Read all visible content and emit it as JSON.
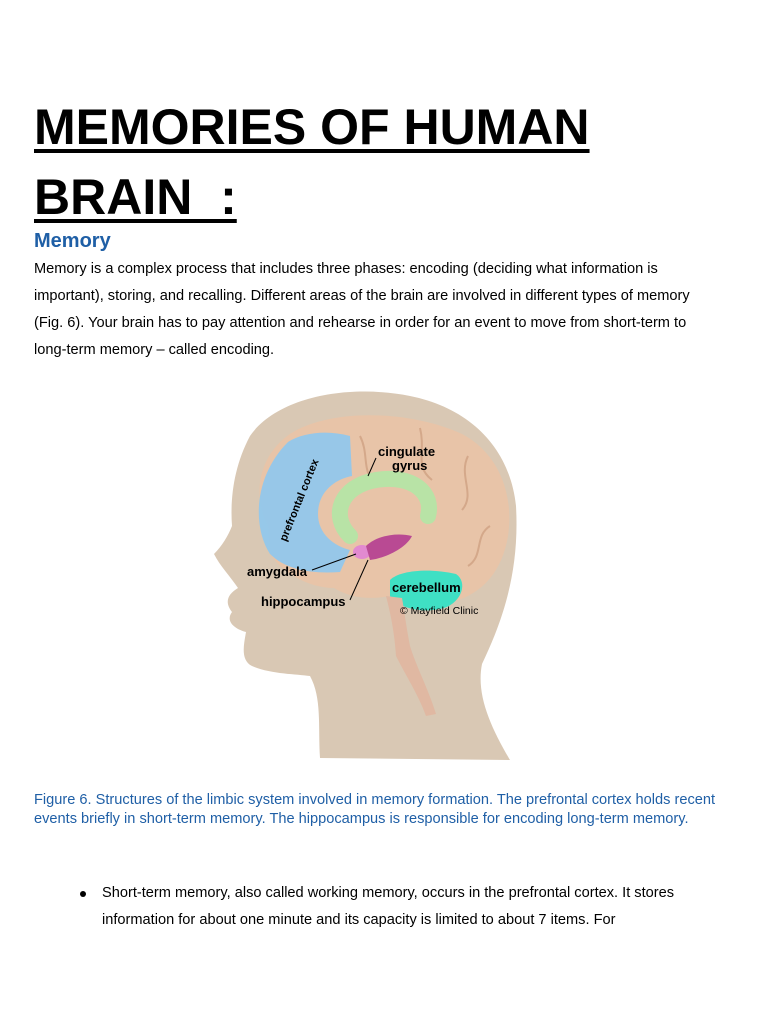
{
  "document": {
    "title": "MEMORIES OF HUMAN\nBRAIN  :",
    "section_heading": "Memory",
    "paragraph": "Memory is a complex process that includes three phases: encoding (deciding what information is important), storing, and recalling. Different areas of the brain are involved in different types of memory (Fig. 6). Your brain has to pay attention and rehearse in order for an event to move from short-term to long-term memory – called encoding.",
    "figure": {
      "labels": {
        "cingulate_line1": "cingulate",
        "cingulate_line2": "gyrus",
        "prefrontal": "prefrontal cortex",
        "amygdala": "amygdala",
        "hippocampus": "hippocampus",
        "cerebellum": "cerebellum",
        "copyright": "© Mayfield Clinic"
      },
      "colors": {
        "head": "#d9c8b4",
        "brain": "#e8c4a8",
        "prefrontal": "#8ec8ee",
        "cingulate": "#b8e3a6",
        "amygdala": "#e28ad0",
        "hippocampus": "#b94a93",
        "cerebellum": "#3fe0c4"
      }
    },
    "caption": "Figure 6. Structures of the limbic system involved in memory formation. The prefrontal cortex holds recent events briefly in short-term memory. The hippocampus is responsible for encoding long-term memory.",
    "bullets": [
      "Short-term memory, also called working memory, occurs in the prefrontal cortex. It stores information for about one minute and its capacity is limited to about 7 items. For"
    ]
  }
}
